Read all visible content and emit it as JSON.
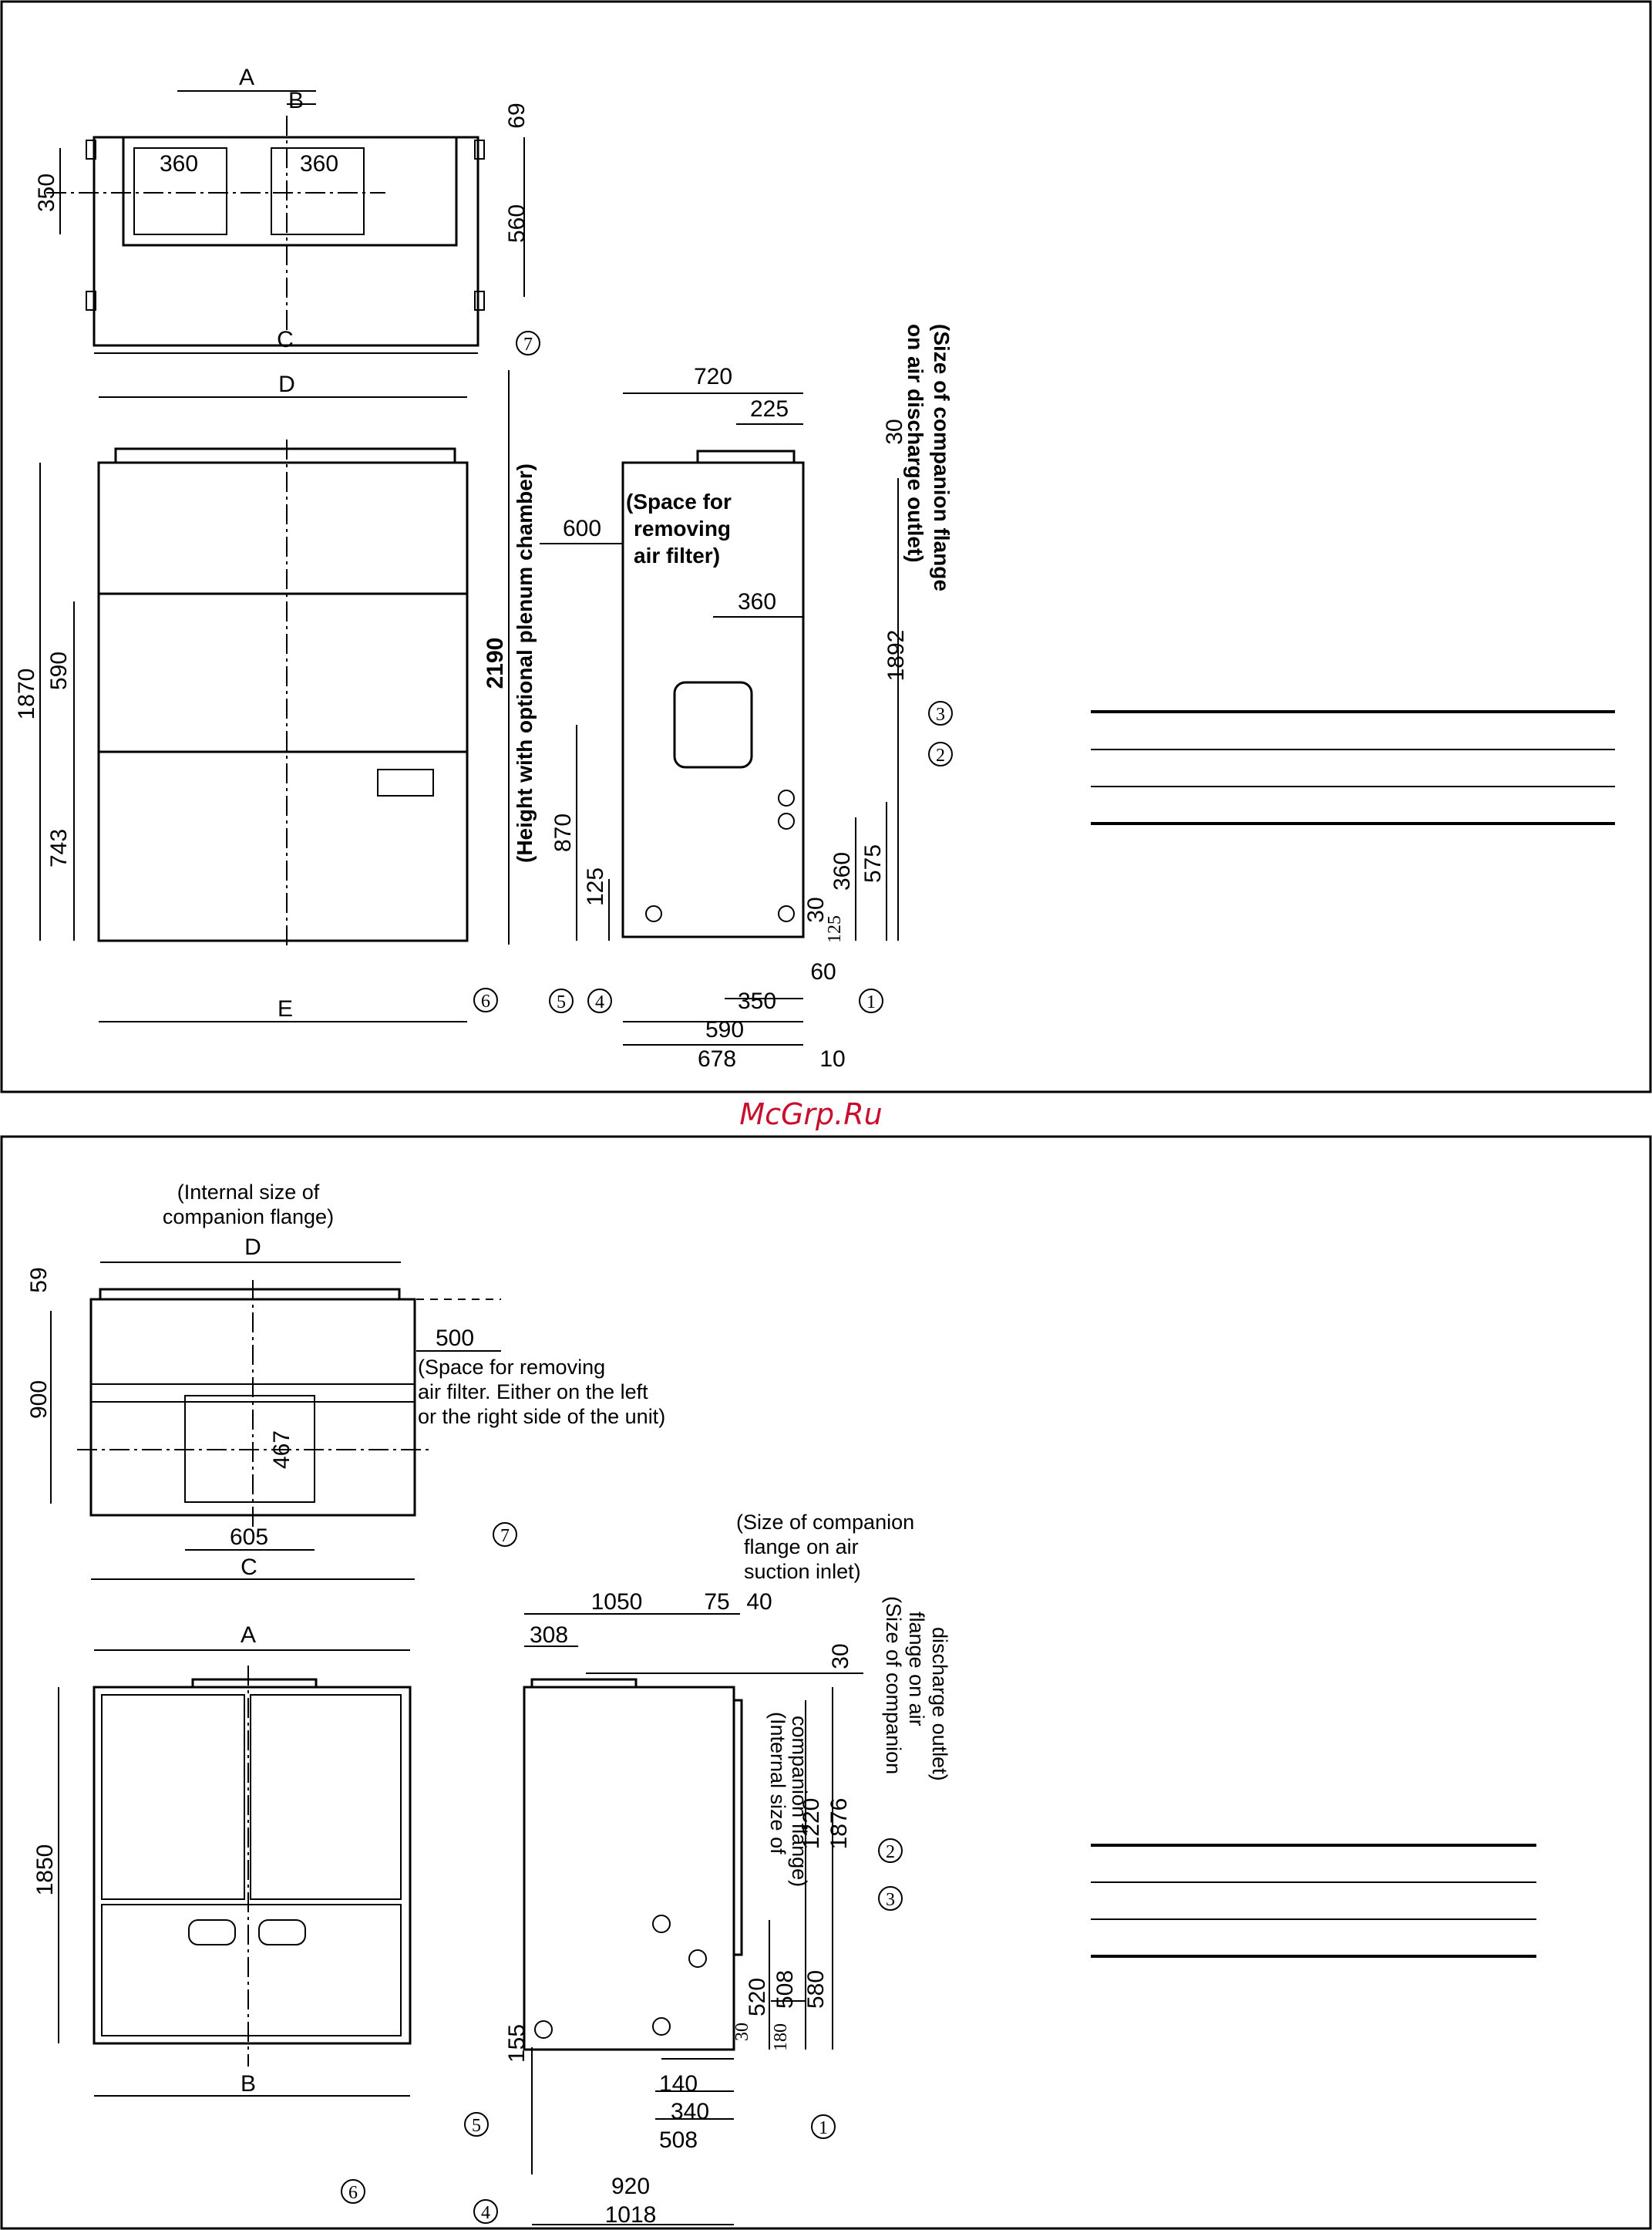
{
  "watermark": "McGrp.Ru",
  "colors": {
    "watermark": "#c8102e",
    "line": "#000000",
    "background": "#ffffff"
  },
  "panel1": {
    "top_view": {
      "label_a": "A",
      "label_b": "B",
      "label_c": "C",
      "dim_360_left": "360",
      "dim_360_right": "360",
      "dim_350": "350",
      "dim_69": "69",
      "dim_560": "560",
      "callout_7": "7"
    },
    "front_view": {
      "label_d": "D",
      "label_e": "E",
      "dim_1870": "1870",
      "dim_590": "590",
      "dim_743": "743",
      "dim_2190": "2190",
      "plenum_note": "(Height with optional plenum chamber)",
      "callout_6": "6"
    },
    "side_view": {
      "dim_720": "720",
      "dim_225": "225",
      "dim_30_top": "30",
      "dim_600": "600",
      "filter_note_1": "(Space for",
      "filter_note_2": "removing",
      "filter_note_3": "air filter)",
      "dim_360": "360",
      "dim_1892": "1892",
      "dim_870": "870",
      "dim_125": "125",
      "dim_360_v": "360",
      "dim_575": "575",
      "dim_30_low": "30",
      "dim_125_small": "125",
      "dim_60": "60",
      "dim_350": "350",
      "dim_590": "590",
      "dim_678": "678",
      "dim_10": "10",
      "callout_1": "1",
      "callout_2": "2",
      "callout_3": "3",
      "callout_4": "4",
      "callout_5": "5"
    },
    "flange_note_1": "(Size of companion flange",
    "flange_note_2": "on air discharge outlet)"
  },
  "panel2": {
    "top_view": {
      "flange_note_1": "(Internal size of",
      "flange_note_2": "companion flange)",
      "label_d": "D",
      "label_c": "C",
      "dim_59": "59",
      "dim_900": "900",
      "dim_500": "500",
      "dim_467": "467",
      "dim_605": "605",
      "filter_note_1": "(Space for removing",
      "filter_note_2": "air filter. Either on the left",
      "filter_note_3": "or the right side of the unit)",
      "callout_7": "7"
    },
    "front_view": {
      "label_a": "A",
      "label_b": "B",
      "dim_1850": "1850",
      "callout_6": "6"
    },
    "side_view": {
      "suction_note_1": "(Size of companion",
      "suction_note_2": "flange on air",
      "suction_note_3": "suction inlet)",
      "dim_1050": "1050",
      "dim_75": "75",
      "dim_40": "40",
      "dim_308": "308",
      "dim_30_top": "30",
      "discharge_note_1": "(Size of companion",
      "discharge_note_2": "flange on air",
      "discharge_note_3": "discharge outlet)",
      "internal_note_1": "(Internal size of",
      "internal_note_2": "companion flange)",
      "dim_1220": "1220",
      "dim_1876": "1876",
      "dim_520": "520",
      "dim_508_v": "508",
      "dim_580": "580",
      "dim_30_low": "30",
      "dim_180": "180",
      "dim_155": "155",
      "dim_140": "140",
      "dim_340": "340",
      "dim_508": "508",
      "dim_920": "920",
      "dim_1018": "1018",
      "callout_1": "1",
      "callout_2": "2",
      "callout_3": "3",
      "callout_4": "4",
      "callout_5": "5"
    }
  }
}
